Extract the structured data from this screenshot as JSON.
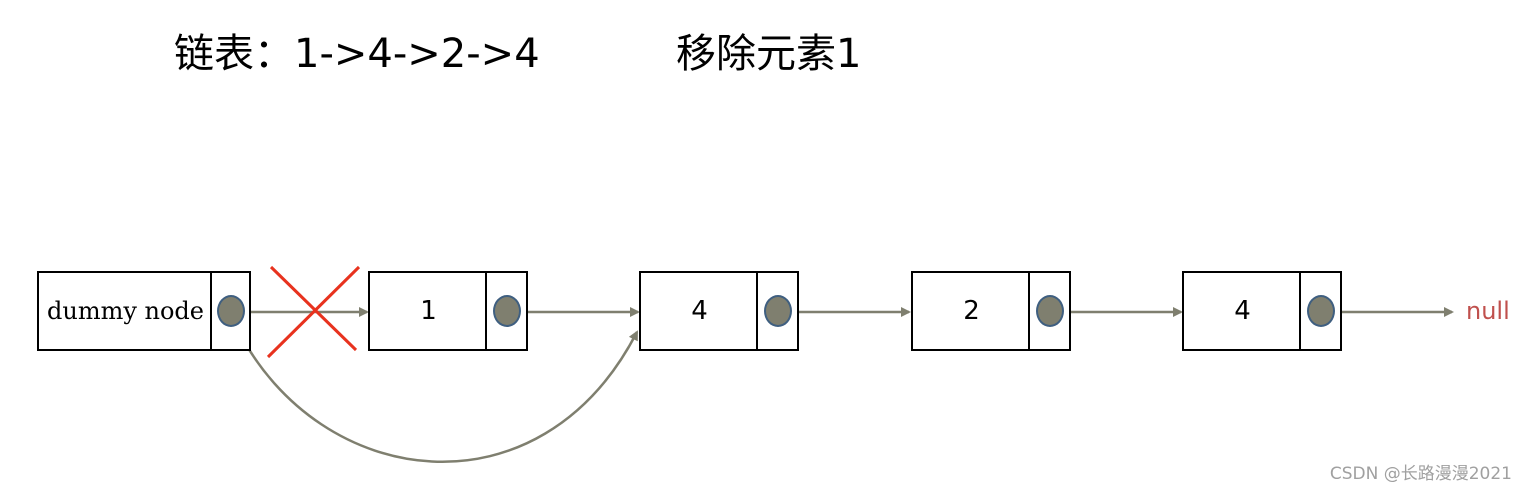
{
  "titles": {
    "list_label": "链表：1->4->2->4",
    "operation_label": "移除元素1"
  },
  "nodes": [
    {
      "label": "dummy node"
    },
    {
      "label": "1"
    },
    {
      "label": "4"
    },
    {
      "label": "2"
    },
    {
      "label": "4"
    }
  ],
  "terminal": "null",
  "watermark": "CSDN @长路漫漫2021",
  "colors": {
    "arrow": "#7f7f6f",
    "pointer_border": "#3f5f80",
    "cross": "#e8321e",
    "null_text": "#c0504d"
  }
}
